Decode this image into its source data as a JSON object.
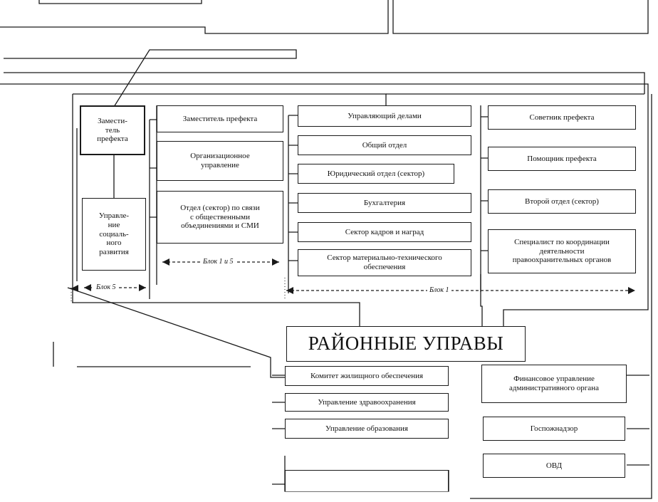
{
  "column_a": {
    "deputy": "Замести-\nтель\nпрефекта",
    "social": "Управле-\nние\nсоциаль-\nного\nразвития",
    "block_label": "Блок 5"
  },
  "column_b": {
    "deputy": "Заместитель префекта",
    "org_dept": "Организационное\nуправление",
    "public_dept": "Отдел (сектор) по связи\nс общественными\nобъединениями и СМИ",
    "block_label": "Блок 1 и 5"
  },
  "column_c": {
    "affairs": "Управляющий делами",
    "general": "Общий отдел",
    "legal": "Юридический отдел (сектор)",
    "accounting": "Бухгалтерия",
    "personnel": "Сектор кадров и наград",
    "logistics": "Сектор материально-технического\nобеспечения",
    "block_label": "Блок 1"
  },
  "column_d": {
    "advisor": "Советник префекта",
    "assistant": "Помощник префекта",
    "second_dept": "Второй отдел (сектор)",
    "law_coord": "Специалист по координации\nдеятельности\nправоохранительных органов"
  },
  "district": "РАЙОННЫЕ УПРАВЫ",
  "lower_left": {
    "housing": "Комитет жилищного обеспечения",
    "health": "Управление здравоохранения",
    "education": "Управление образования"
  },
  "lower_right": {
    "finance": "Финансовое управление\nадминистративного органа",
    "gosnadzor": "Госпожнадзор",
    "ovd": "ОВД"
  }
}
